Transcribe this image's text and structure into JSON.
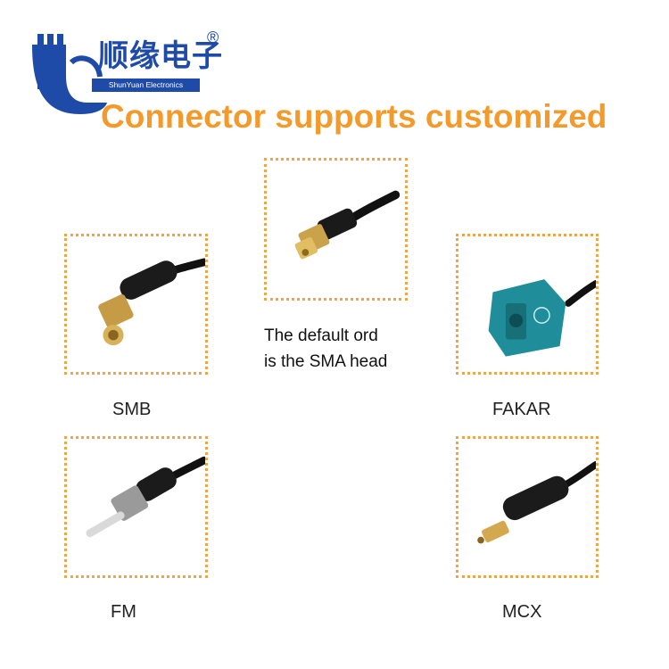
{
  "brand": {
    "name_cn": "顺缘电子",
    "registered_mark": "®",
    "name_en": "ShunYuan Electronics",
    "colors": {
      "brand_blue": "#1e4aa8",
      "accent_orange": "#f39a2b"
    }
  },
  "headline": "Connector supports customized",
  "default_note": {
    "line1": "The default ord",
    "line2": "is the SMA head"
  },
  "connectors": [
    {
      "label": "SMB"
    },
    {
      "label": "FAKAR"
    },
    {
      "label": "FM"
    },
    {
      "label": "MCX"
    }
  ]
}
